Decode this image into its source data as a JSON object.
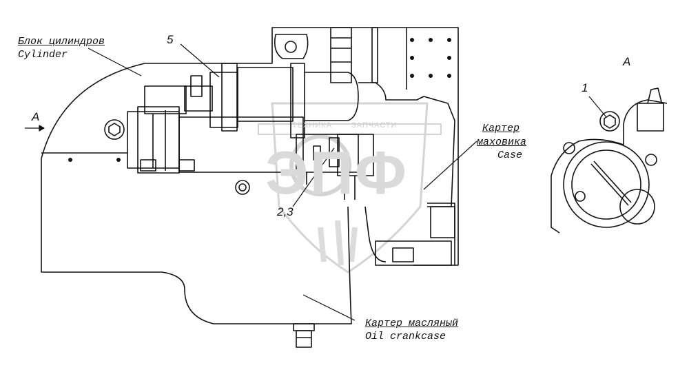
{
  "labels": {
    "cylinder_ru": "Блок цилиндров",
    "cylinder_en": "Cylinder",
    "flywheel_ru1": "Картер",
    "flywheel_ru2": "маховика",
    "flywheel_en": "Case",
    "oil_ru": "Картер масляный",
    "oil_en": "Oil crankcase",
    "view_arrow": "A",
    "view_title": "A",
    "callout_5": "5",
    "callout_23": "2,3",
    "callout_1": "1"
  },
  "watermark": {
    "text_left": "ТЕХНИКА",
    "text_right": "ЗАПЧАСТИ",
    "logo": "ЭПФ"
  }
}
